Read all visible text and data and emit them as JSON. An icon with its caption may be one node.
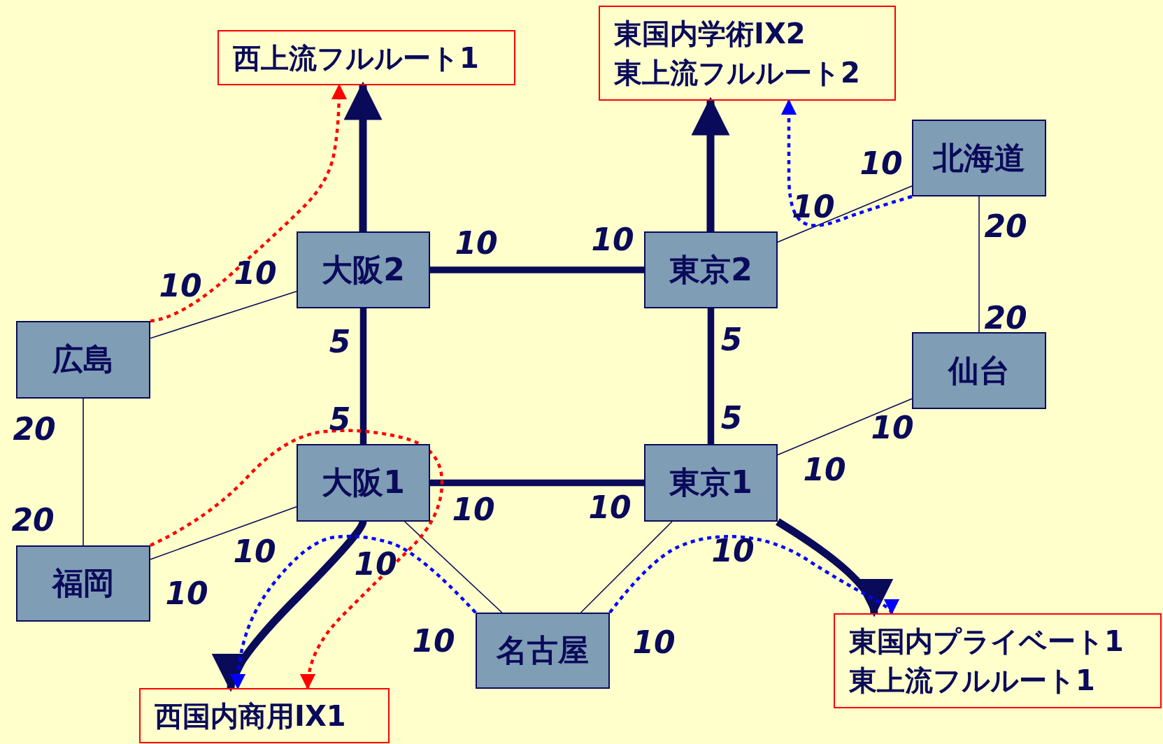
{
  "diagram": {
    "nodes": [
      {
        "text": [
          "西上流フルルート1"
        ]
      },
      {
        "text": [
          "東国内学術IX2",
          "東上流フルルート2"
        ]
      },
      {
        "text": [
          "北海道"
        ]
      },
      {
        "text": [
          "大阪2"
        ]
      },
      {
        "text": [
          "東京2"
        ]
      },
      {
        "text": [
          "広島"
        ]
      },
      {
        "text": [
          "仙台"
        ]
      },
      {
        "text": [
          "大阪1"
        ]
      },
      {
        "text": [
          "東京1"
        ]
      },
      {
        "text": [
          "福岡"
        ]
      },
      {
        "text": [
          "名古屋"
        ]
      },
      {
        "text": [
          "東国内プライベート1",
          "東上流フルルート1"
        ]
      },
      {
        "text": [
          "西国内商用IX1"
        ]
      }
    ],
    "edges": [
      {
        "from": 3,
        "to": 4,
        "arrow": "none",
        "style": "thick"
      },
      {
        "from": 3,
        "to": 7,
        "arrow": "none",
        "style": "thick"
      },
      {
        "from": 4,
        "to": 8,
        "arrow": "none",
        "style": "thick"
      },
      {
        "from": 7,
        "to": 8,
        "arrow": "none",
        "style": "thick"
      },
      {
        "from": 5,
        "to": 3,
        "arrow": "none"
      },
      {
        "from": 5,
        "to": 9,
        "arrow": "none"
      },
      {
        "from": 9,
        "to": 7,
        "arrow": "none"
      },
      {
        "from": 7,
        "to": 10,
        "arrow": "none"
      },
      {
        "from": 10,
        "to": 8,
        "arrow": "none"
      },
      {
        "from": 4,
        "to": 2,
        "arrow": "none"
      },
      {
        "from": 2,
        "to": 6,
        "arrow": "none"
      },
      {
        "from": 6,
        "to": 8,
        "arrow": "none"
      },
      {
        "from": 3,
        "to": 0,
        "arrow": "to",
        "style": "thick"
      },
      {
        "from": 4,
        "to": 1,
        "arrow": "to",
        "style": "thick"
      },
      {
        "from": 8,
        "to": 11,
        "arrow": "to",
        "style": "thick"
      },
      {
        "from": 7,
        "to": 12,
        "arrow": "to",
        "style": "thick"
      },
      {
        "from": 5,
        "to": 0,
        "arrow": "to",
        "style": "dashed",
        "color": "#ff0000"
      },
      {
        "from": 9,
        "to": 12,
        "arrow": "to",
        "style": "dashed",
        "color": "#ff0000"
      },
      {
        "from": 2,
        "to": 1,
        "arrow": "to",
        "style": "dashed",
        "color": "#0000ff"
      },
      {
        "from": 10,
        "to": 12,
        "arrow": "to",
        "style": "dashed",
        "color": "#0000ff"
      },
      {
        "from": 10,
        "to": 11,
        "arrow": "to",
        "style": "dashed",
        "color": "#0000ff"
      }
    ],
    "labels": [
      "10",
      "10",
      "10",
      "10",
      "10",
      "10",
      "20",
      "20",
      "5",
      "5",
      "20",
      "20",
      "5",
      "5",
      "10",
      "10",
      "10",
      "10",
      "10",
      "10",
      "10",
      "10",
      "10",
      "10"
    ]
  }
}
